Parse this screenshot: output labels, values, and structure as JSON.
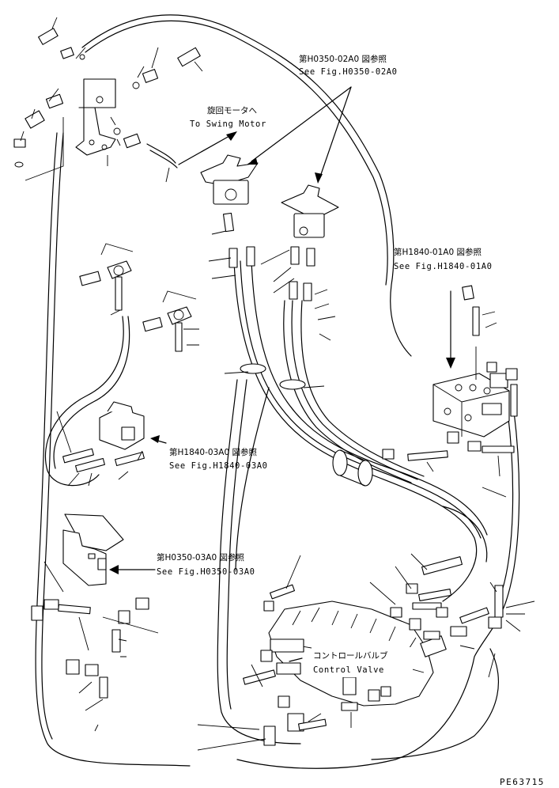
{
  "labels": {
    "ref_h0350_02a0_jp": "第H0350-02A0 図参照",
    "ref_h0350_02a0_en": "See Fig.H0350-02A0",
    "swing_motor_jp": "旋回モータへ",
    "swing_motor_en": "To Swing Motor",
    "ref_h1840_01a0_jp": "第H1840-01A0 図参照",
    "ref_h1840_01a0_en": "See Fig.H1840-01A0",
    "ref_h1840_03a0_jp": "第H1840-03A0 図参照",
    "ref_h1840_03a0_en": "See Fig.H1840-03A0",
    "ref_h0350_03a0_jp": "第H0350-03A0 図参照",
    "ref_h0350_03a0_en": "See Fig.H0350-03A0",
    "control_valve_jp": "コントロールバルブ",
    "control_valve_en": "Control Valve"
  },
  "drawing_code": "PE63715"
}
